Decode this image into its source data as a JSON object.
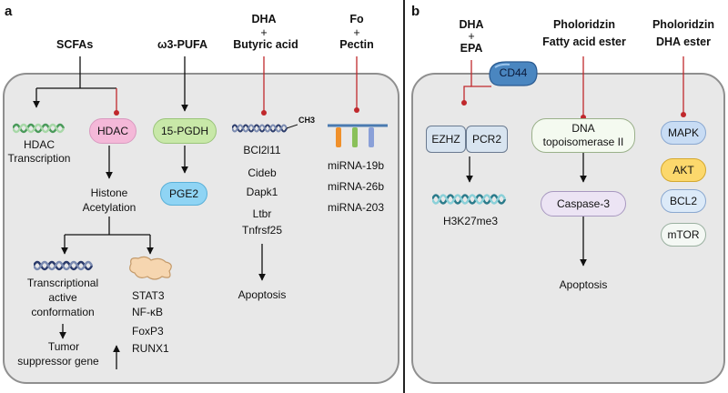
{
  "panels": {
    "a": "a",
    "b": "b"
  },
  "panel_a": {
    "heads": {
      "scfa": "SCFAs",
      "pufa": "ω3-PUFA",
      "dha": "DHA",
      "plus1": "+",
      "butyric": "Butyric acid",
      "fo": "Fo",
      "plus2": "+",
      "pectin": "Pectin"
    },
    "hdac": "HDAC",
    "hdac_transcription": [
      "HDAC",
      "Transcription"
    ],
    "histone": [
      "Histone",
      "Acetylation"
    ],
    "transcriptional": [
      "Transcriptional",
      "active",
      "conformation"
    ],
    "tumor": [
      "Tumor",
      "suppressor gene"
    ],
    "factors": [
      "STAT3",
      "NF-κB",
      "FoxP3",
      "RUNX1"
    ],
    "pgdh": "15-PGDH",
    "pge2": "PGE2",
    "ch3": "CH3",
    "genes": [
      "BCl2l11",
      "Cideb",
      "Dapk1",
      "Ltbr",
      "Tnfrsf25"
    ],
    "apoptosis": "Apoptosis",
    "mirnas": [
      "miRNA-19b",
      "miRNA-26b",
      "miRNA-203"
    ]
  },
  "panel_b": {
    "heads": {
      "dha": "DHA",
      "plus": "+",
      "epa": "EPA",
      "pho1": [
        "Pholoridzin",
        "Fatty acid ester"
      ],
      "pho2": [
        "Pholoridzin",
        "DHA ester"
      ]
    },
    "cd44": "CD44",
    "ezhz": "EZHZ",
    "pcr2": "PCR2",
    "h3k": "H3K27me3",
    "topo": [
      "DNA",
      "topoisomerase II"
    ],
    "caspase": "Caspase-3",
    "apoptosis": "Apoptosis",
    "kinases": [
      "MAPK",
      "AKT",
      "BCL2",
      "mTOR"
    ]
  },
  "colors": {
    "inhibit": "#c0282c",
    "activate": "#111111",
    "hdac": "#f4b8d8",
    "pgdh": "#c8e8a8",
    "pge2": "#8fd4f4",
    "mapk": "#c8dcf4",
    "akt": "#fcd86c",
    "cd44": "#4a86c0"
  }
}
